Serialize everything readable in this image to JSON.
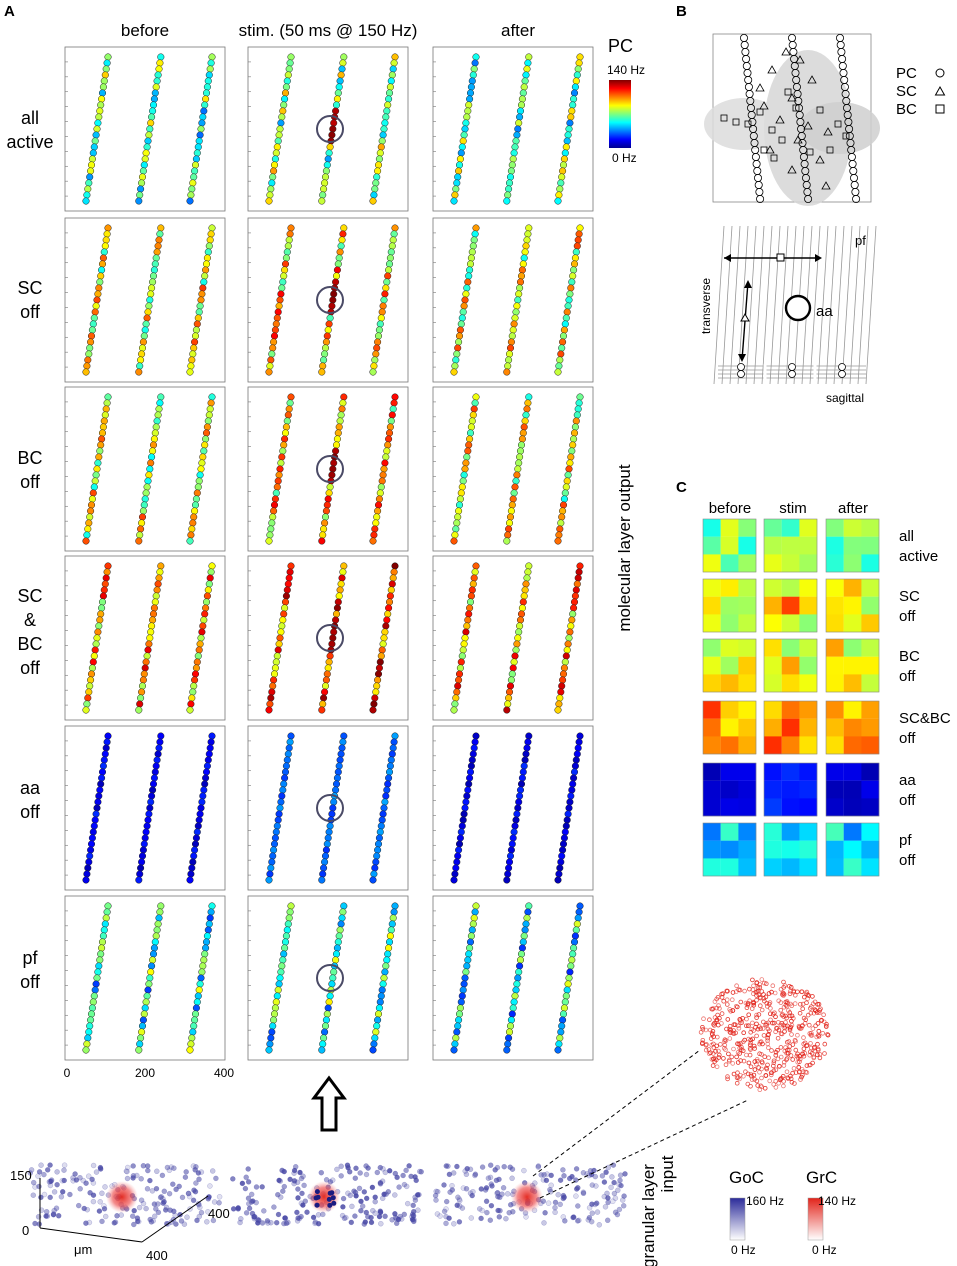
{
  "panels": {
    "a": "A",
    "b": "B",
    "c": "C"
  },
  "panel_a": {
    "columns": [
      "before",
      "stim. (50 ms @ 150 Hz)",
      "after"
    ],
    "rows": [
      [
        "all",
        "active"
      ],
      [
        "SC",
        "off"
      ],
      [
        "BC",
        "off"
      ],
      [
        "SC",
        "&",
        "BC",
        "off"
      ],
      [
        "aa",
        "off"
      ],
      [
        "pf",
        "off"
      ]
    ],
    "colorbar": {
      "title": "PC",
      "max_label": "140 Hz",
      "min_label": "0 Hz"
    },
    "x_ticks": [
      "0",
      "200",
      "400"
    ],
    "side_label": "molecular layer output"
  },
  "granular": {
    "axis_labels": {
      "z": "150",
      "origin": "0",
      "unit": "μm",
      "depth": "400",
      "width": "400"
    },
    "side_label": [
      "granular layer",
      "input"
    ],
    "goc": {
      "title": "GoC",
      "max_label": "160 Hz",
      "min_label": "0  Hz",
      "color": "#2b2b9a"
    },
    "grc": {
      "title": "GrC",
      "max_label": "140 Hz",
      "min_label": "0  Hz",
      "color": "#e2231a"
    }
  },
  "panel_b": {
    "legend": [
      {
        "label": "PC",
        "symbol": "circle"
      },
      {
        "label": "SC",
        "symbol": "triangle"
      },
      {
        "label": "BC",
        "symbol": "square"
      }
    ],
    "labels": {
      "pf": "pf",
      "aa": "aa",
      "transverse": "transverse",
      "sagittal": "sagittal"
    }
  },
  "panel_c": {
    "columns": [
      "before",
      "stim",
      "after"
    ],
    "rows": [
      [
        "all",
        "active"
      ],
      [
        "SC",
        "off"
      ],
      [
        "BC",
        "off"
      ],
      [
        "SC&BC",
        "off"
      ],
      [
        "aa",
        "off"
      ],
      [
        "pf",
        "off"
      ]
    ]
  },
  "colors": {
    "jet_low": "#00008f",
    "jet_high": "#800000",
    "circle_stroke": "#4a4a66",
    "gray_region": "#d9d9d9"
  }
}
